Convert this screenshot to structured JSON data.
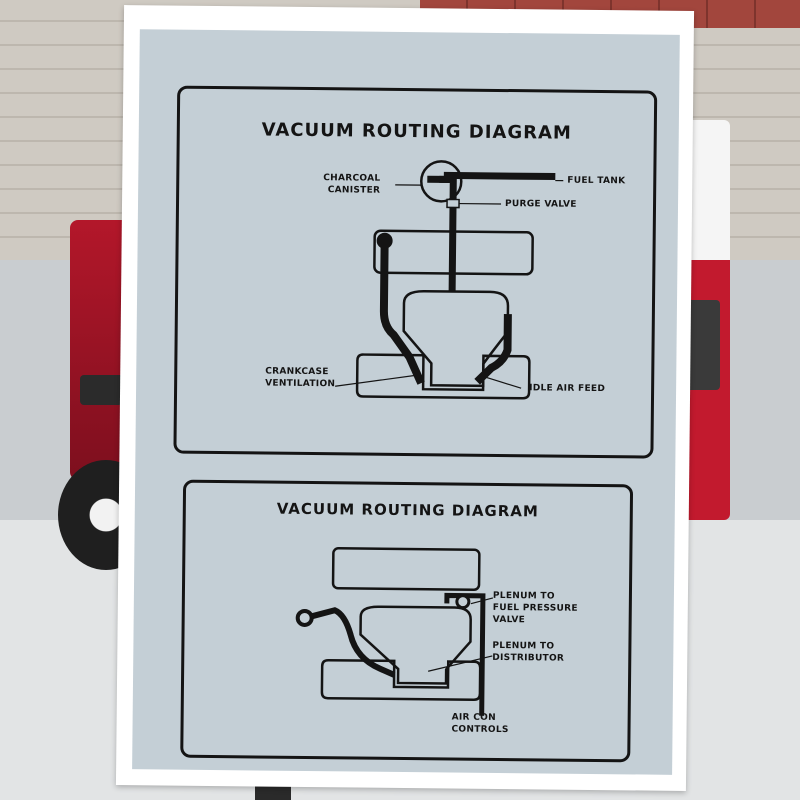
{
  "scene": {
    "background_objects": [
      "red-toy-truck",
      "brick-wall",
      "floor"
    ],
    "colors": {
      "sticker": "#c4cfd6",
      "ink": "#141414",
      "card": "#ffffff",
      "truck": "#b3172a"
    }
  },
  "sticker": {
    "top_diagram": {
      "title": "VACUUM ROUTING DIAGRAM",
      "labels": {
        "charcoal_canister": "CHARCOAL\nCANISTER",
        "fuel_tank": "FUEL TANK",
        "purge_valve": "PURGE VALVE",
        "crankcase_ventilation": "CRANKCASE\nVENTILATION",
        "idle_air_feed": "IDLE AIR FEED"
      }
    },
    "bottom_diagram": {
      "title": "VACUUM ROUTING DIAGRAM",
      "labels": {
        "plenum_fuel_pressure": "PLENUM TO\nFUEL PRESSURE\nVALVE",
        "plenum_distributor": "PLENUM TO\nDISTRIBUTOR",
        "air_con_controls": "AIR CON\nCONTROLS"
      }
    }
  }
}
